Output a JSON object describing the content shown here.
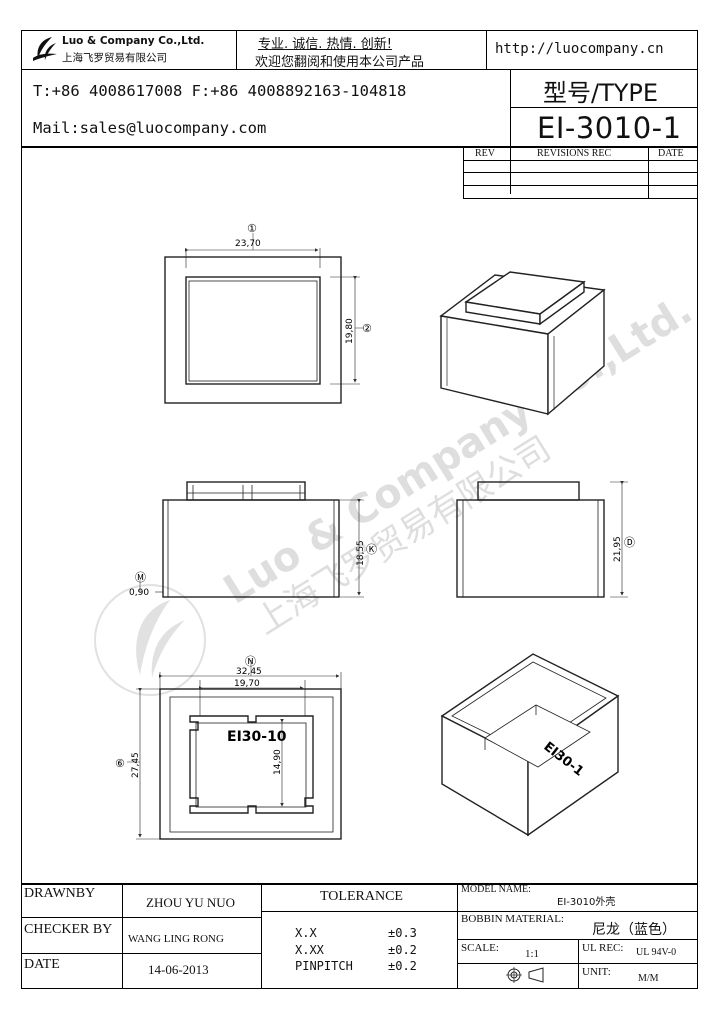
{
  "company": {
    "name_en": "Luo & Company Co.,Ltd.",
    "name_cn": "上海飞罗贸易有限公司",
    "slogan_line1": "专业. 诚信. 热情. 创新!",
    "slogan_line2": "欢迎您翻阅和使用本公司产品",
    "website": "http://luocompany.cn",
    "phone_fax": "T:+86 4008617008 F:+86 4008892163-104818",
    "email": "Mail:sales@luocompany.com"
  },
  "type_block": {
    "label": "型号/TYPE",
    "value": "EI-3010-1"
  },
  "revisions": {
    "headers": [
      "REV",
      "REVISIONS REC",
      "DATE"
    ]
  },
  "watermark": {
    "en": "Luo & Company Co.,Ltd.",
    "cn": "上海飞罗贸易有限公司"
  },
  "drawing": {
    "top_view": {
      "marker_1": "①",
      "marker_2": "②",
      "dim_width": "23,70",
      "dim_height": "19,80"
    },
    "front_view": {
      "marker_m": "Ⓜ",
      "marker_k": "Ⓚ",
      "dim_wall": "0,90",
      "dim_height": "18,55"
    },
    "side_view": {
      "marker_d": "Ⓓ",
      "dim_height": "21,95"
    },
    "bottom_view": {
      "marker_n": "Ⓝ",
      "marker_6": "⑥",
      "dim_outer_w": "32,45",
      "dim_inner_w": "19,70",
      "dim_outer_h": "27,45",
      "dim_inner_h": "14,90",
      "label": "EI30-10"
    },
    "iso_bottom_label": "EI30-1"
  },
  "title_block": {
    "drawnby_label": "DRAWNBY",
    "drawnby_value": "ZHOU YU NUO",
    "checker_label": "CHECKER BY",
    "checker_value": "WANG LING RONG",
    "date_label": "DATE",
    "date_value": "14-06-2013",
    "tolerance_label": "TOLERANCE",
    "tol_rows": [
      {
        "name": "X.X",
        "value": "±0.3"
      },
      {
        "name": "X.XX",
        "value": "±0.2"
      },
      {
        "name": "PINPITCH",
        "value": "±0.2"
      }
    ],
    "model_label": "MODEL NAME:",
    "model_value": "EI-3010外壳",
    "bobbin_label": "BOBBIN MATERIAL:",
    "bobbin_value": "尼龙（蓝色）",
    "scale_label": "SCALE:",
    "scale_value": "1:1",
    "ul_label": "UL REC:",
    "ul_value": "UL 94V-0",
    "unit_label": "UNIT:",
    "unit_value": "M/M"
  }
}
